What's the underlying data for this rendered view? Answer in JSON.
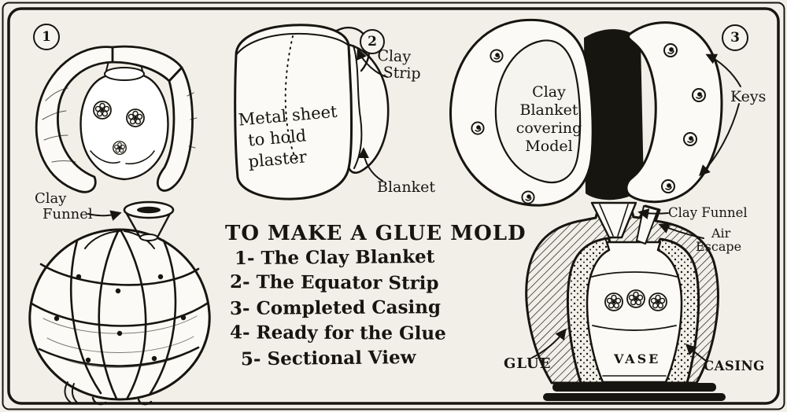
{
  "colors": {
    "paper": "#f1efe8",
    "ink": "#17150f"
  },
  "badges": {
    "step1": "1",
    "step2": "2",
    "step3": "3"
  },
  "panel_strip": {
    "clay": "Clay",
    "strip": "Strip",
    "metal1": "Metal sheet",
    "metal2": "to hold",
    "metal3": "plaster",
    "blanket": "Blanket"
  },
  "panel_casing": {
    "line1": "Clay",
    "line2": "Blanket",
    "line3": "covering",
    "line4": "Model",
    "keys": "Keys"
  },
  "panel_ready": {
    "clay": "Clay",
    "funnel": "Funnel"
  },
  "instructions": {
    "title": "TO MAKE A GLUE MOLD",
    "steps": [
      {
        "num": "1-",
        "text": "The Clay Blanket"
      },
      {
        "num": "2-",
        "text": "The Equator Strip"
      },
      {
        "num": "3-",
        "text": "Completed Casing"
      },
      {
        "num": "4-",
        "text": "Ready for the Glue"
      },
      {
        "num": "5-",
        "text": "Sectional View"
      }
    ]
  },
  "sectional": {
    "clay_funnel": "Clay Funnel",
    "air1": "Air",
    "air2": "Escape",
    "glue": "GLUE",
    "vase": "VASE",
    "casing": "CASING"
  }
}
